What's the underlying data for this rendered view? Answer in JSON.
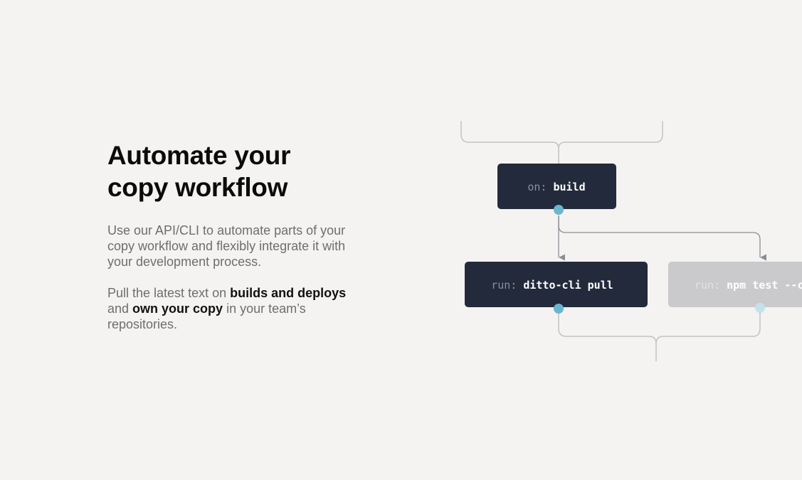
{
  "section": {
    "heading_line1": "Automate your",
    "heading_line2": "copy workflow",
    "paragraph1": "Use our API/CLI to automate parts of your copy workflow and flexibly integrate it with your development process.",
    "paragraph2": {
      "text_a": "Pull the latest text on ",
      "bold_a": "builds and deploys",
      "text_b": " and ",
      "bold_b": "own your copy",
      "text_c": " in your team’s repositories."
    }
  },
  "workflow": {
    "trigger": {
      "keyword": "on:",
      "command": "build"
    },
    "steps": [
      {
        "keyword": "run:",
        "command": "ditto-cli pull",
        "state": "active"
      },
      {
        "keyword": "run:",
        "command": "npm test --c",
        "state": "inactive"
      }
    ]
  },
  "colors": {
    "background": "#f4f3f1",
    "card_active": "#232a3b",
    "card_inactive": "#cacacc",
    "connector": "#c5c3c0",
    "arrow": "#8a8e95",
    "node_active": "#6cb5cf",
    "node_inactive": "#c4e2ee"
  }
}
